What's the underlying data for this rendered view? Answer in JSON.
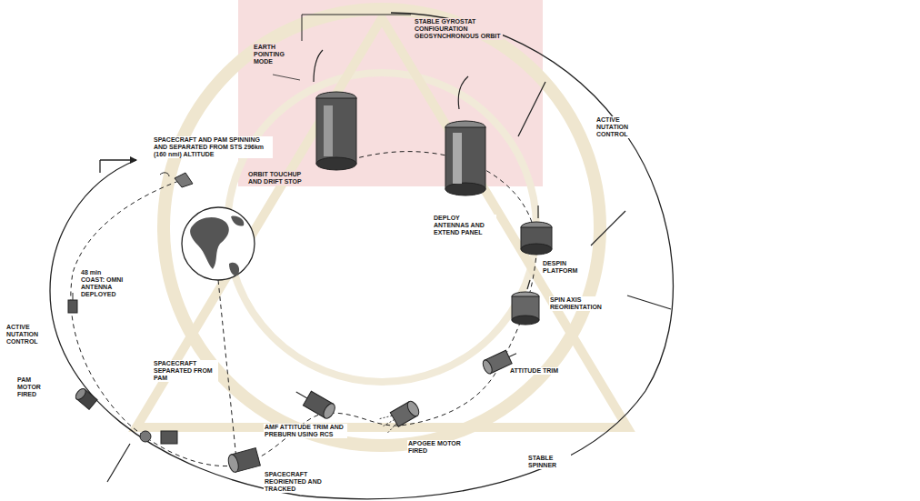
{
  "diagram": {
    "labels": [
      "STABLE GYROSTAT CONFIGURATION GEOSYNCHRONOUS ORBIT",
      "EARTH POINTING MODE",
      "ORBIT TOUCHUP AND DRIFT STOP",
      "ACTIVE NUTATION CONTROL",
      "SPACECRAFT AND PAM SPINNING AND SEPARATED FROM STS 296km (160 nmi) ALTITUDE",
      "DEPLOY ANTENNAS AND EXTEND PANEL",
      "DESPIN PLATFORM",
      "SPIN AXIS REORIENTATION",
      "ATTITUDE TRIM",
      "48 min COAST: OMNI ANTENNA DEPLOYED",
      "ACTIVE NUTATION CONTROL",
      "PAM MOTOR FIRED",
      "SPACECRAFT SEPARATED FROM PAM",
      "AMF ATTITUDE TRIM AND PREBURN USING RCS",
      "APOGEE MOTOR FIRED",
      "STABLE SPINNER",
      "SPACECRAFT REORIENTED AND TRACKED"
    ]
  }
}
